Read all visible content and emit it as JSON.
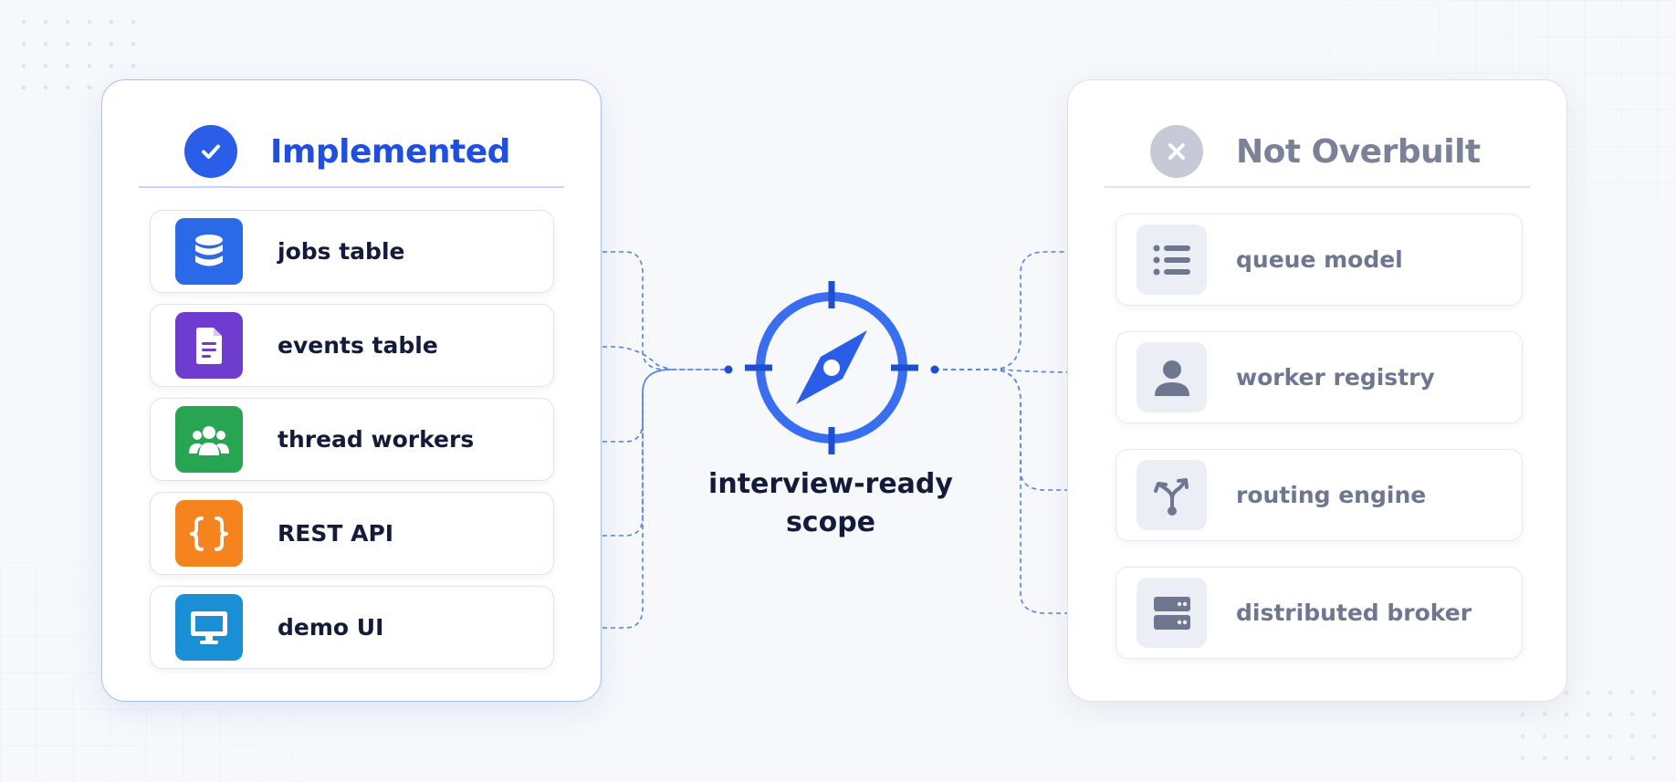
{
  "implemented": {
    "title": "Implemented",
    "header_icon": "check-circle-icon",
    "accent": "#2a5ee8",
    "items": [
      {
        "label": "jobs table",
        "icon": "database-icon",
        "color": "#2a6ae9"
      },
      {
        "label": "events table",
        "icon": "document-icon",
        "color": "#6e3ccf"
      },
      {
        "label": "thread workers",
        "icon": "users-icon",
        "color": "#27a552"
      },
      {
        "label": "REST API",
        "icon": "braces-icon",
        "color": "#f5841f"
      },
      {
        "label": "demo UI",
        "icon": "monitor-icon",
        "color": "#1a8fd6"
      }
    ]
  },
  "not_overbuilt": {
    "title": "Not Overbuilt",
    "header_icon": "x-circle-icon",
    "muted": "#7a8198",
    "items": [
      {
        "label": "queue model",
        "icon": "list-icon"
      },
      {
        "label": "worker registry",
        "icon": "person-icon"
      },
      {
        "label": "routing engine",
        "icon": "split-arrows-icon"
      },
      {
        "label": "distributed broker",
        "icon": "server-icon"
      }
    ]
  },
  "center": {
    "icon": "compass-icon",
    "line1": "interview-ready",
    "line2": "scope",
    "color": "#2a5ee8"
  }
}
